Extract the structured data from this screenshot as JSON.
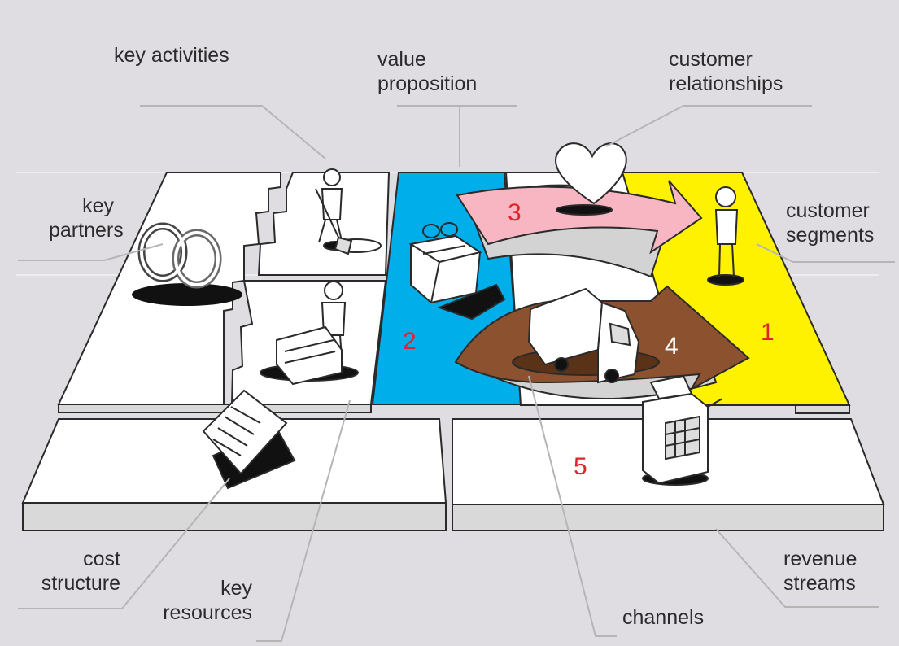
{
  "labels": {
    "key_activities": "key activities",
    "value_proposition": [
      "value",
      "proposition"
    ],
    "customer_relationships": [
      "customer",
      "relationships"
    ],
    "key_partners": [
      "key",
      "partners"
    ],
    "customer_segments": [
      "customer",
      "segments"
    ],
    "cost_structure": [
      "cost",
      "structure"
    ],
    "key_resources": [
      "key",
      "resources"
    ],
    "channels": "channels",
    "revenue_streams": [
      "revenue",
      "streams"
    ]
  },
  "step_numbers": {
    "customer_segments": "1",
    "value_proposition": "2",
    "customer_relationships": "3",
    "channels": "4",
    "revenue_streams": "5"
  },
  "colors": {
    "background": "#dfdde2",
    "board": "#ffffff",
    "outline": "#2a2a2a",
    "value_proposition": "#00aeea",
    "customer_segments": "#fff200",
    "customer_relationships": "#f7b6c2",
    "channels": "#8c5230",
    "number_red": "#e0242b",
    "number_white": "#ffffff"
  },
  "icons": [
    "rings-icon",
    "digging-person-icon",
    "person-with-machine-icon",
    "gift-icon",
    "heart-icon",
    "truck-icon",
    "standing-person-icon",
    "cash-register-icon",
    "contract-document-icon"
  ]
}
